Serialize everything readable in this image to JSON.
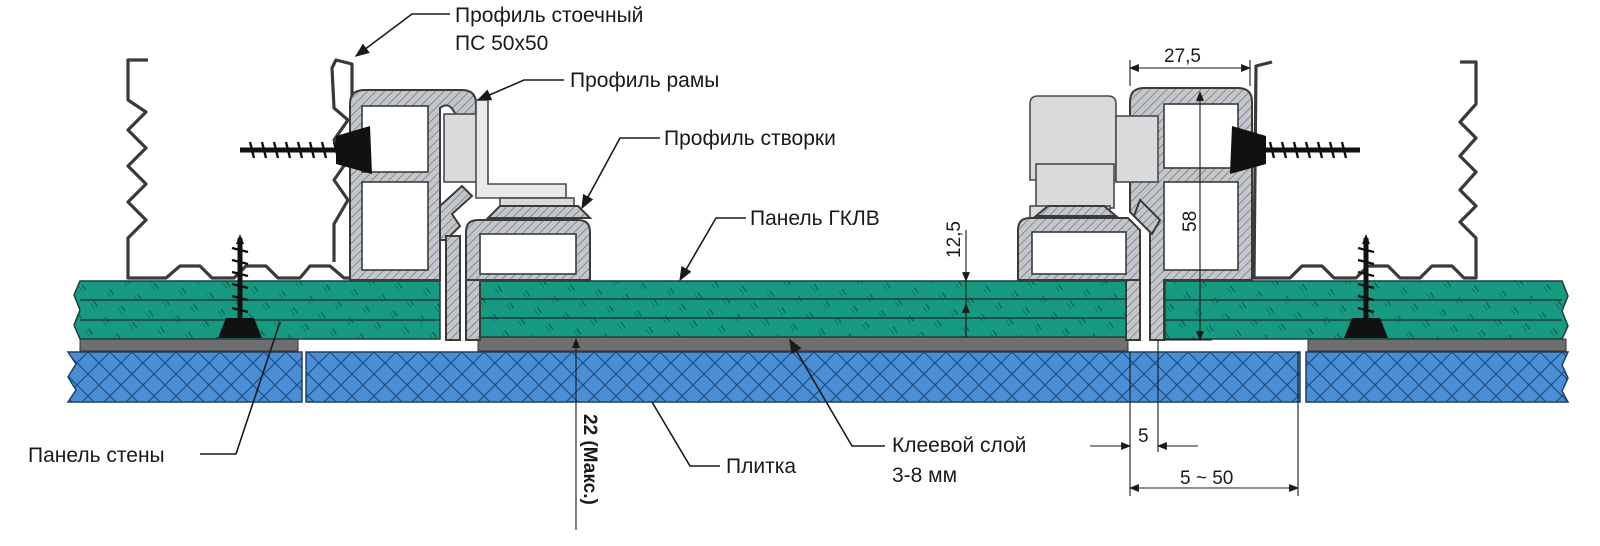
{
  "labels": {
    "stud_profile_line1": "Профиль стоечный",
    "stud_profile_line2": "ПС 50x50",
    "frame_profile": "Профиль рамы",
    "sash_profile": "Профиль створки",
    "panel_gklv": "Панель ГКЛВ",
    "wall_panel": "Панель стены",
    "tile": "Плитка",
    "glue_layer_line1": "Клеевой слой",
    "glue_layer_line2": "3-8 мм"
  },
  "dimensions": {
    "width_27_5": "27,5",
    "height_58": "58",
    "height_12_5": "12,5",
    "depth_22_max": "22 (Макс.)",
    "gap_5": "5",
    "range_5_50": "5 ~ 50"
  },
  "colors": {
    "panel_green": "#169a82",
    "tile_blue": "#4a8fd6",
    "profile_grey": "#b9bcc0",
    "glue_grey": "#6e6e6e"
  }
}
